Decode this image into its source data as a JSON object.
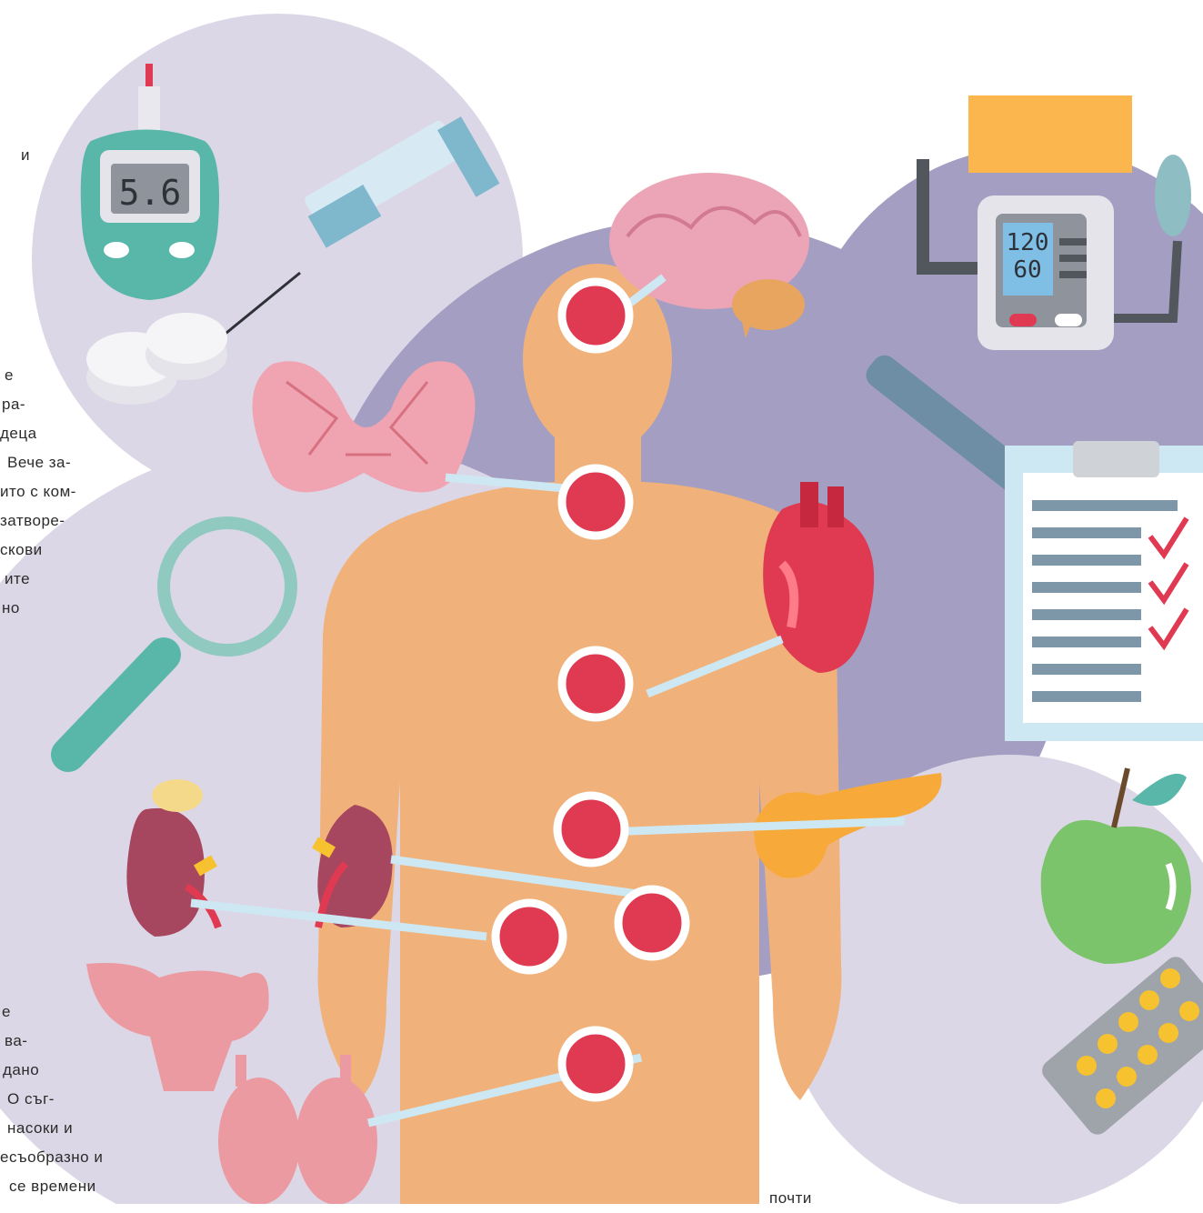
{
  "illustration": {
    "glucometer_reading": "5.6",
    "bp_systolic": "120",
    "bp_diastolic": "60",
    "icons": [
      "glucometer-icon",
      "syringe-icon",
      "pills-icon",
      "brain-icon",
      "thyroid-icon",
      "heart-icon",
      "pancreas-icon",
      "kidney-icon",
      "adrenal-gland-icon",
      "uterus-icon",
      "testes-icon",
      "magnifier-icon",
      "blood-pressure-monitor-icon",
      "pen-icon",
      "clipboard-checklist-icon",
      "apple-icon",
      "pill-blister-icon",
      "human-silhouette"
    ],
    "colors": {
      "body": "#f0b27a",
      "marker_red": "#e03a52",
      "bubble_light": "#dcd7e6",
      "bubble_dark": "#a49fc2",
      "teal": "#58b7a8",
      "organ_pink": "#eba5b6"
    }
  },
  "text_fragments": {
    "left_top": [
      "и"
    ],
    "left_middle": [
      "е",
      "ра-",
      "деца",
      "Вече за-",
      "ито с ком-",
      "затворе-",
      "скови",
      "ите",
      "но"
    ],
    "left_bottom": [
      "е",
      "ва-",
      "дано",
      "О съг-",
      "насоки и",
      "есъобразно и",
      "се времени"
    ],
    "bottom_center": [
      "почти"
    ]
  }
}
